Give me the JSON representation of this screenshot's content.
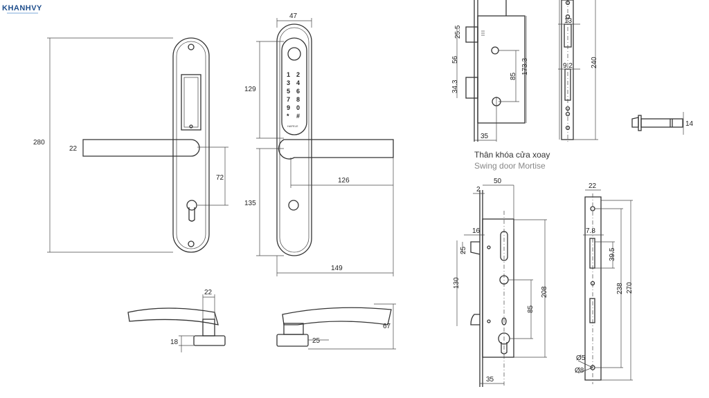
{
  "logo": {
    "text": "KHANHVY",
    "color": "#1f4e8c"
  },
  "front_plate": {
    "height": "280",
    "lever_thickness": "22",
    "lever_to_cylinder": "72"
  },
  "smart_panel": {
    "width": "47",
    "upper_height": "129",
    "lower_height": "135",
    "overall_width": "149",
    "lever_length": "126",
    "keys": [
      "1",
      "2",
      "3",
      "4",
      "5",
      "6",
      "7",
      "8",
      "9",
      "0",
      "*",
      "#"
    ],
    "brand": "HAFELE"
  },
  "handle_side_left": {
    "top_width": "22",
    "rose_height": "18"
  },
  "handle_side_right": {
    "rose_width": "25",
    "height": "67"
  },
  "swing_mortise": {
    "dims": {
      "latch": "25.5",
      "latch_to_bolt": "56",
      "bolt": "34.3",
      "backset": "35",
      "center": "85",
      "body": "173.3",
      "face_top": "13",
      "face_mid": "9.2",
      "face_length": "240",
      "spindle_dia": "14"
    },
    "caption_vi": "Thân khóa cửa xoay",
    "caption_en": "Swing door Mortise"
  },
  "sliding_mortise": {
    "dims": {
      "face": "2",
      "depth": "50",
      "hook": "16",
      "hook_gap": "25",
      "hook_span": "130",
      "body": "208",
      "center": "85",
      "backset": "35",
      "face_width": "22",
      "slot_width": "7.8",
      "slot_height": "39.5",
      "hole_span": "238",
      "face_length": "270",
      "d5": "Ø5",
      "d8": "Ø8"
    }
  }
}
